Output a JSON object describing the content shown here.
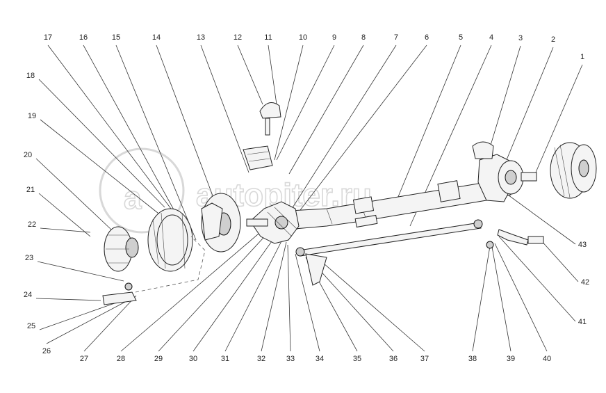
{
  "watermark": {
    "text": "autopiter.ru",
    "logo_glyph": "a"
  },
  "callouts": [
    "1",
    "2",
    "3",
    "4",
    "5",
    "6",
    "7",
    "8",
    "9",
    "10",
    "11",
    "12",
    "13",
    "14",
    "15",
    "16",
    "17",
    "18",
    "19",
    "20",
    "21",
    "22",
    "23",
    "24",
    "25",
    "26",
    "27",
    "28",
    "29",
    "30",
    "31",
    "32",
    "33",
    "34",
    "35",
    "36",
    "37",
    "38",
    "39",
    "40",
    "41",
    "42",
    "43"
  ],
  "colors": {
    "line": "#222222",
    "background": "#ffffff",
    "watermark": "#d8d8d8"
  }
}
